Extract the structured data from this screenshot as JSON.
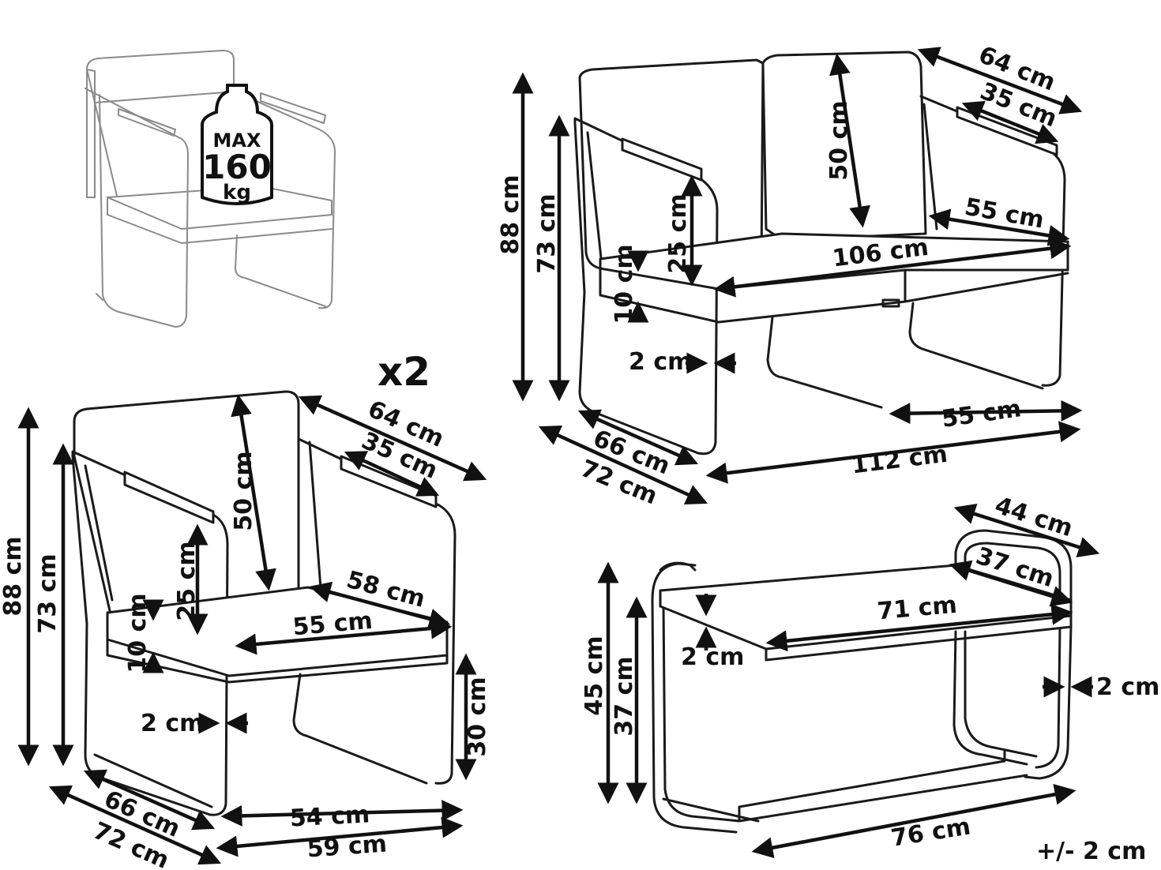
{
  "weight_badge": {
    "line1": "MAX",
    "line2": "160",
    "line3": "kg"
  },
  "quantity": "x2",
  "tolerance": "+/- 2 cm",
  "armchair": {
    "height_total": "88 cm",
    "height_arm": "73 cm",
    "back_height": "50 cm",
    "width_top": "64 cm",
    "arm_length": "35 cm",
    "arm_height": "25 cm",
    "seat_depth": "58 cm",
    "seat_width": "55 cm",
    "cushion_thickness": "10 cm",
    "frame_tube": "2 cm",
    "seat_height": "30 cm",
    "depth_inner": "66 cm",
    "depth_outer": "72 cm",
    "width_inner": "54 cm",
    "width_outer": "59 cm"
  },
  "sofa": {
    "height_total": "88 cm",
    "height_arm": "73 cm",
    "back_height": "50 cm",
    "depth_top": "64 cm",
    "arm_length": "35 cm",
    "arm_height": "25 cm",
    "seat_width": "106 cm",
    "seat_depth": "55 cm",
    "cushion_thickness": "10 cm",
    "frame_tube": "2 cm",
    "base_depth": "55 cm",
    "depth_inner": "66 cm",
    "depth_outer": "72 cm",
    "width_total": "112 cm"
  },
  "table": {
    "depth_outer": "44 cm",
    "depth_inner": "37 cm",
    "top_width": "71 cm",
    "top_thickness": "2 cm",
    "frame_tube": "2 cm",
    "height_total": "45 cm",
    "height_inner": "37 cm",
    "width_total": "76 cm"
  }
}
